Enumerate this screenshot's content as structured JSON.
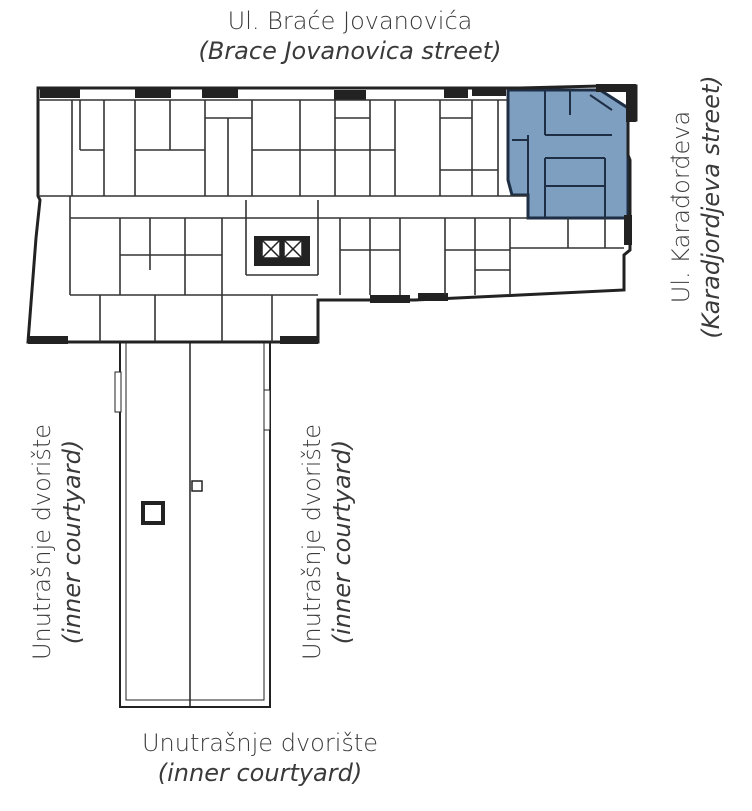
{
  "labels": {
    "top_street": {
      "local": "Ul. Braće Jovanovića",
      "english": "(Brace Jovanovica street)"
    },
    "right_street": {
      "local": "Ul. Karađorđeva",
      "english": "(Karadjordjeva street)"
    },
    "left_courtyard": {
      "local": "Unutrašnje dvorište",
      "english": "(inner courtyard)"
    },
    "mid_courtyard": {
      "local": "Unutrašnje dvorište",
      "english": "(inner courtyard)"
    },
    "bottom_courtyard": {
      "local": "Unutrašnje dvorište",
      "english": "(inner courtyard)"
    }
  },
  "colors": {
    "highlight_unit": "#7f9fc1",
    "walls": "#222222",
    "background": "#ffffff"
  }
}
